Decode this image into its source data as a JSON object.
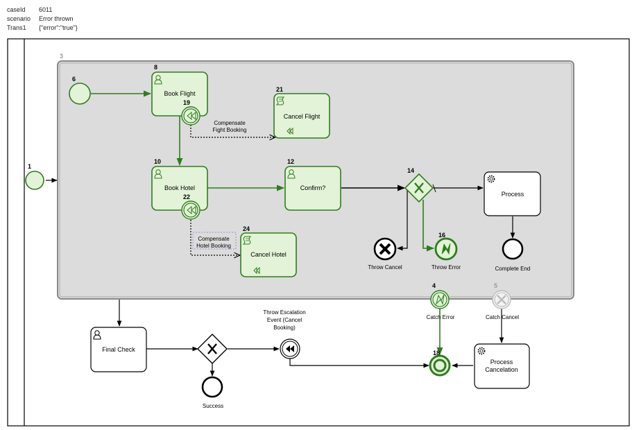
{
  "meta": {
    "caseId_key": "caseId",
    "caseId_val": "6011",
    "scenario_key": "scenario",
    "scenario_val": "Error thrown",
    "trans_key": "Trans1",
    "trans_val": "{\"error\":\"true\"}"
  },
  "diagram": {
    "subprocess_id": "3",
    "start_outer": {
      "id": "1"
    },
    "start_inner": {
      "id": "6"
    },
    "book_flight": {
      "id": "8",
      "label": "Book Flight"
    },
    "comp_flight_event": {
      "id": "19"
    },
    "cancel_flight": {
      "id": "21",
      "label": "Cancel Flight"
    },
    "comp_flight_annotation": [
      "Compensate",
      "Fight Booking"
    ],
    "book_hotel": {
      "id": "10",
      "label": "Book Hotel"
    },
    "comp_hotel_event": {
      "id": "22"
    },
    "comp_hotel_annotation": [
      "Compensate",
      "Hotel Booking"
    ],
    "cancel_hotel": {
      "id": "24",
      "label": "Cancel Hotel"
    },
    "confirm": {
      "id": "12",
      "label": "Confirm?"
    },
    "gateway": {
      "id": "14"
    },
    "process": {
      "label": "Process"
    },
    "complete_end": {
      "label": "Complete End"
    },
    "throw_cancel": {
      "label": "Throw Cancel"
    },
    "throw_error": {
      "id": "16",
      "label": "Throw Error"
    },
    "catch_error": {
      "id": "4",
      "label": "Catch Error"
    },
    "catch_cancel": {
      "id": "5",
      "label": "Catch Cancel"
    },
    "final_check": {
      "label": "Final Check"
    },
    "success": {
      "label": "Success"
    },
    "throw_escalation": {
      "lines": [
        "Throw Escalation",
        "Event (Cancel",
        "Booking)"
      ]
    },
    "end_18": {
      "id": "18"
    },
    "process_cancel": {
      "lines": [
        "Process",
        "Cancelation"
      ]
    }
  },
  "colors": {
    "active": "#2e7d1e",
    "active_fill": "#e3f3d7",
    "subprocess_fill": "#dcdcdc",
    "inactive": "#bbbbbb"
  }
}
